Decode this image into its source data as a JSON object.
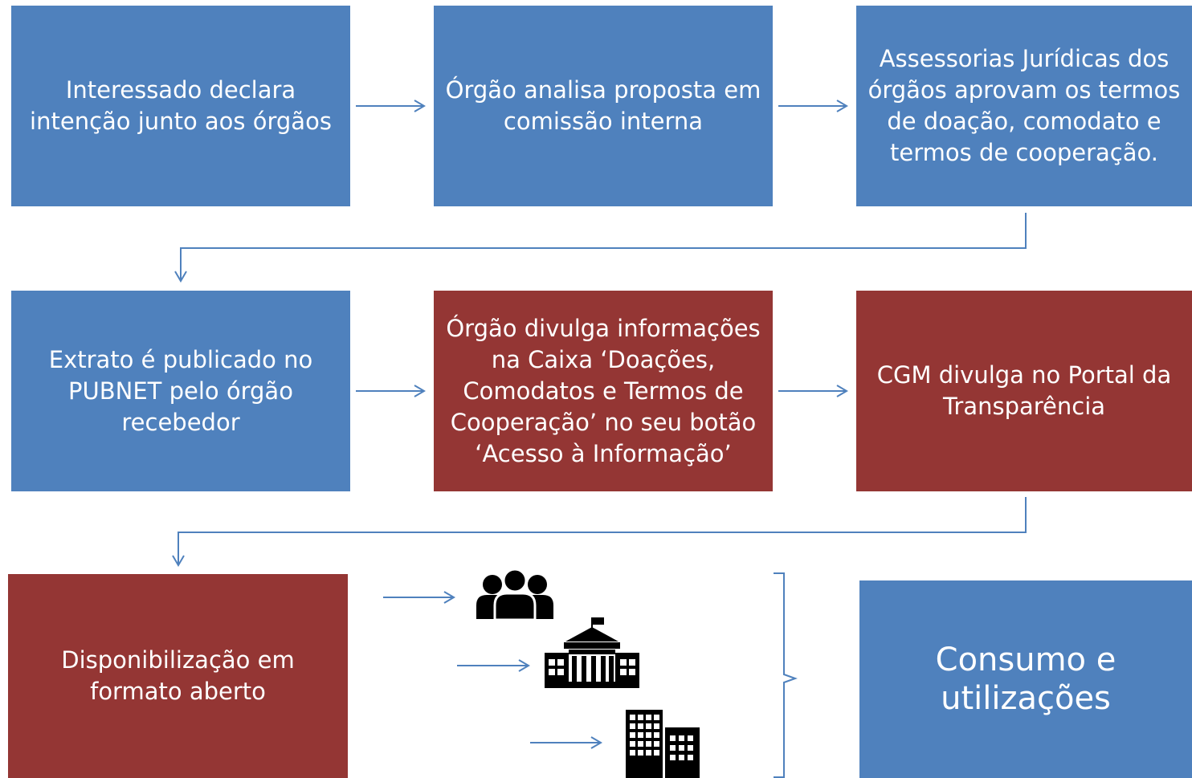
{
  "colors": {
    "blue": "#4f81bd",
    "red": "#943634",
    "arrow": "#4f81bd",
    "icon": "#000000"
  },
  "steps": [
    {
      "text": "Interessado declara\nintenção junto aos órgãos",
      "color": "blue"
    },
    {
      "text": "Órgão analisa proposta em\ncomissão interna",
      "color": "blue"
    },
    {
      "text": "Assessorias Jurídicas dos\nórgãos aprovam os termos\nde doação, comodato e\ntermos de cooperação.",
      "color": "blue"
    },
    {
      "text": "Extrato é publicado no\nPUBNET pelo órgão\nrecebedor",
      "color": "blue"
    },
    {
      "text": "Órgão divulga informações\nna Caixa ‘Doações,\nComodatos e Termos de\nCooperação’ no seu botão\n‘Acesso à Informação’",
      "color": "red"
    },
    {
      "text": "CGM divulga no Portal da\nTransparência",
      "color": "red"
    },
    {
      "text": "Disponibilização em\nformato aberto",
      "color": "red"
    }
  ],
  "result": {
    "text": "Consumo e\nutilizações",
    "color": "blue"
  },
  "consumers": [
    {
      "icon": "people-group-icon"
    },
    {
      "icon": "government-building-icon"
    },
    {
      "icon": "office-buildings-icon"
    }
  ]
}
